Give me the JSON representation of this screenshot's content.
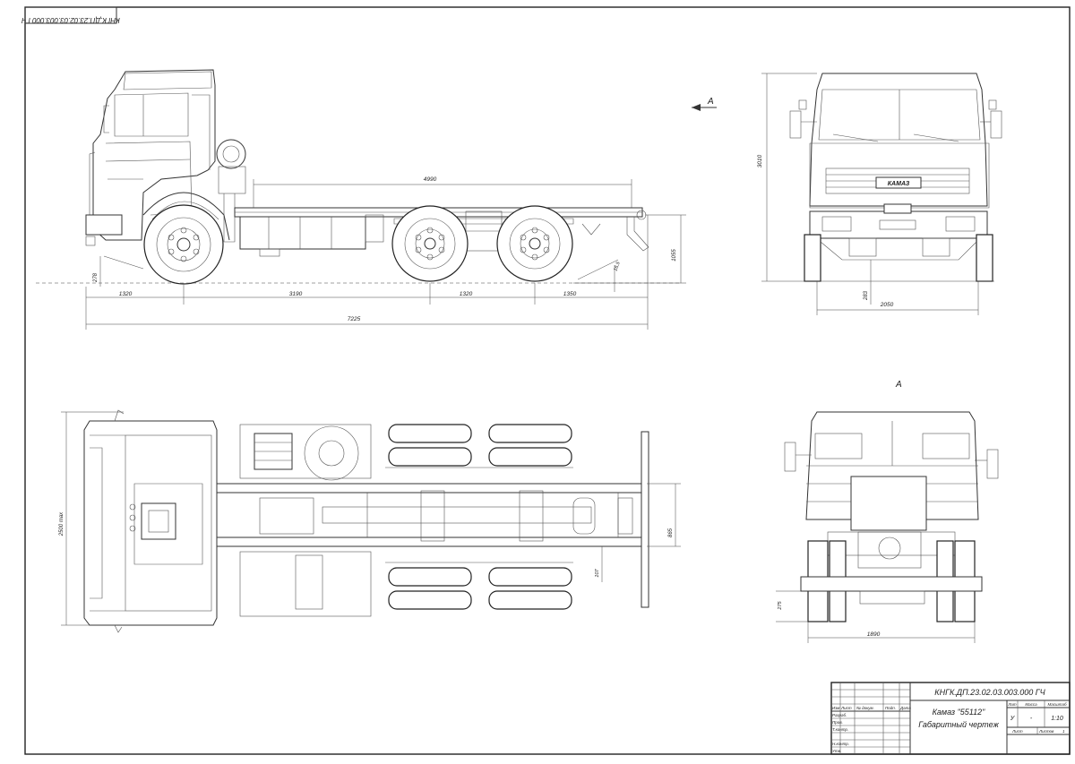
{
  "stamp_top": "КНГК.ДП.23.02.03.003.000  ГЧ",
  "view_marker_side": "А",
  "view_marker_rear": "А",
  "side_view": {
    "dim_wheelbase_frame": "4990",
    "dim_front_overhang": "1320",
    "dim_base": "3190",
    "dim_tandem": "1320",
    "dim_rear_overhang": "1350",
    "dim_total_length": "7225",
    "dim_ground_clearance_front": "278",
    "dim_frame_height": "1055",
    "dim_rear_angle": "16,5"
  },
  "front_view": {
    "dim_height": "3010",
    "dim_track": "2050",
    "dim_clearance": "283",
    "logo_text": "КАМАЗ"
  },
  "top_view": {
    "dim_width": "2500 max",
    "dim_frame_width": "865",
    "dim_small": "107"
  },
  "rear_view": {
    "dim_track": "1890",
    "dim_low": "275"
  },
  "title_block": {
    "code": "КНГК.ДП.23.02.03.003.000  ГЧ",
    "name_line1": "Камаз \"55112\"",
    "name_line2": "Габаритный чертеж",
    "col_lit": "Лит",
    "col_mass": "Масса",
    "col_scale": "Масштаб",
    "val_lit": "У",
    "val_mass": "-",
    "val_scale": "1:10",
    "sheet_label": "Лист",
    "sheets_label": "Листов",
    "sheets_value": "1",
    "rows": [
      "Изм",
      "Лист",
      "№ докум.",
      "Подп.",
      "Дата"
    ],
    "roles": [
      "Разраб.",
      "Пров.",
      "Т.контр.",
      "",
      "Н.контр.",
      "Утв."
    ]
  }
}
